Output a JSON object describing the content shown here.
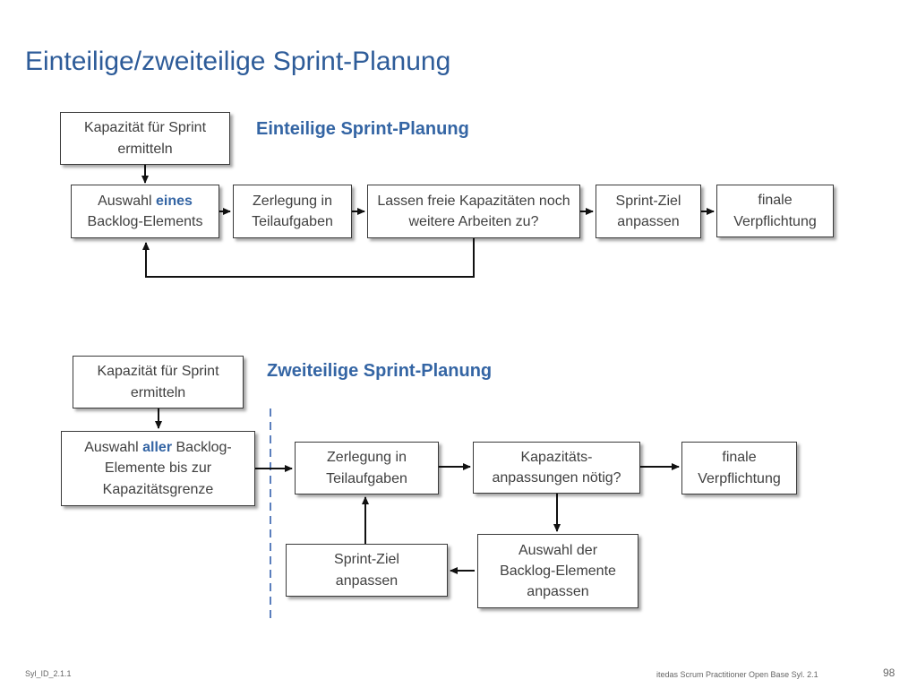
{
  "title": "Einteilige/zweiteilige Sprint-Planung",
  "single": {
    "heading": "Einteilige Sprint-Planung",
    "capacity": "Kapazität für Sprint ermitteln",
    "select_pre": "Auswahl ",
    "select_hl": "eines",
    "select_post": "Backlog-Elements",
    "decompose": "Zerlegung in Teilaufgaben",
    "free_capacity": "Lassen freie Kapazitäten noch weitere Arbeiten zu?",
    "adjust_goal": "Sprint-Ziel anpassen",
    "commitment": "finale Verpflichtung"
  },
  "double": {
    "heading": "Zweiteilige Sprint-Planung",
    "capacity": "Kapazität für Sprint ermitteln",
    "select_pre": "Auswahl ",
    "select_hl": "aller",
    "select_post": " Backlog-Elemente bis zur Kapazitätsgrenze",
    "decompose": "Zerlegung in Teilaufgaben",
    "capacity_adjust": "Kapazitäts-anpassungen nötig?",
    "commitment": "finale Verpflichtung",
    "adjust_goal": "Sprint-Ziel anpassen",
    "adjust_selection": "Auswahl der Backlog-Elemente anpassen"
  },
  "footer": {
    "left": "Syl_ID_2.1.1",
    "center": "itedas Scrum Practitioner Open Base Syl. 2.1",
    "page": "98"
  }
}
